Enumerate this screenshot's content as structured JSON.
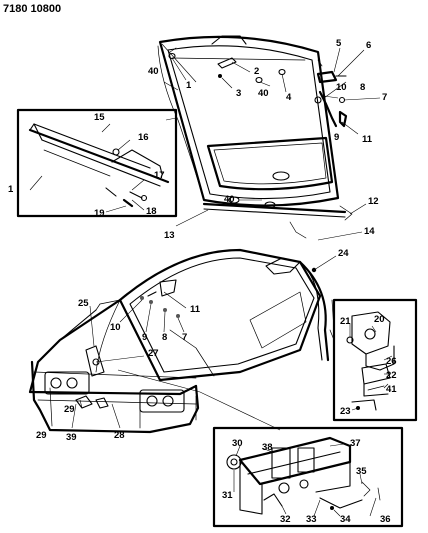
{
  "document_code": "7180 10800",
  "callouts": [
    "1",
    "2",
    "3",
    "4",
    "5",
    "6",
    "7",
    "8",
    "9",
    "10",
    "11",
    "12",
    "13",
    "14",
    "15",
    "16",
    "17",
    "18",
    "19",
    "20",
    "21",
    "22",
    "23",
    "24",
    "25",
    "26",
    "27",
    "28",
    "29",
    "30",
    "31",
    "32",
    "33",
    "34",
    "35",
    "36",
    "37",
    "38",
    "39",
    "40",
    "41"
  ],
  "colors": {
    "ink": "#000000",
    "paper": "#ffffff"
  }
}
